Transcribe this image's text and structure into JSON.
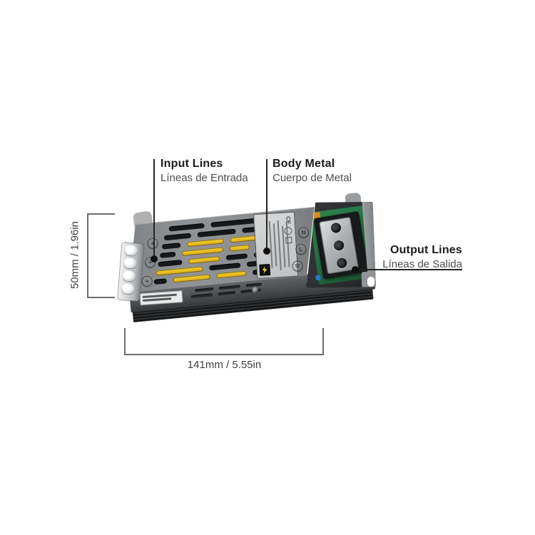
{
  "page": {
    "background": "#ffffff"
  },
  "callouts": {
    "input": {
      "title": "Input Lines",
      "subtitle": "Líneas de Entrada"
    },
    "body": {
      "title": "Body Metal",
      "subtitle": "Cuerpo de Metal"
    },
    "output": {
      "title": "Output Lines",
      "subtitle": "Líneas de Salida"
    }
  },
  "dimensions": {
    "height_label": "50mm / 1.96in",
    "length_label": "141mm / 5.55in"
  },
  "device": {
    "kind": "slim metal power supply enclosure, three-quarter view",
    "top_symbols": {
      "neutral": "N",
      "live": "L",
      "ground": "⏚"
    },
    "sticker": {
      "ce_mark": "CE"
    },
    "colors": {
      "case_gray": "#8e9193",
      "front_gray": "#54585b",
      "fin_black": "#1b1d1f",
      "vent_yellow": "#e9c31f",
      "pcb_green": "#226b41",
      "end_cap_black": "#2b2d2f",
      "annotation_text": "#1a1a1a",
      "dimension_line": "#6e6e6e"
    }
  }
}
